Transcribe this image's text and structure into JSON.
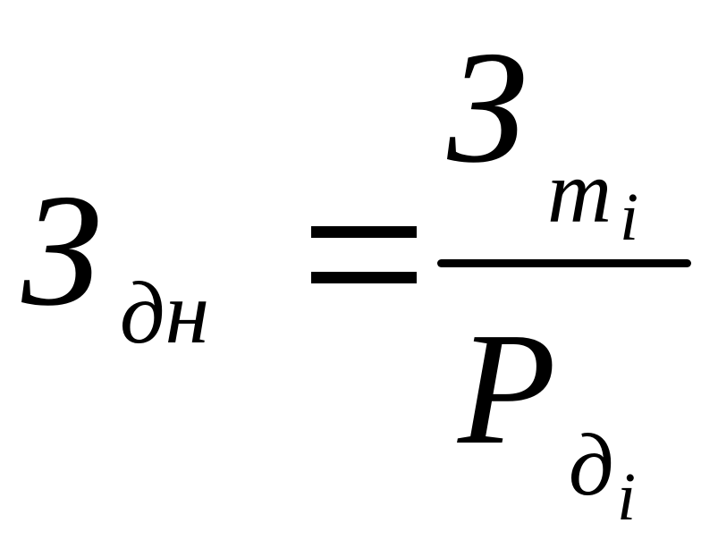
{
  "formula": {
    "lhs": {
      "symbol": "З",
      "subscript": "дн"
    },
    "operator": "=",
    "rhs": {
      "numerator": {
        "symbol": "З",
        "subscript": "m",
        "sub_index": "i"
      },
      "denominator": {
        "symbol": "P",
        "subscript": "д",
        "sub_index": "i"
      }
    }
  }
}
